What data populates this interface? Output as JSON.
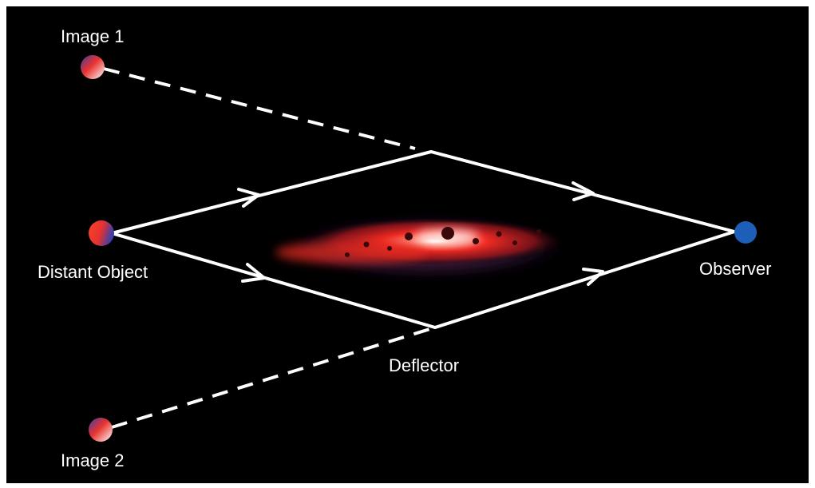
{
  "labels": {
    "image1": "Image 1",
    "distant_object": "Distant Object",
    "deflector": "Deflector",
    "observer": "Observer",
    "image2": "Image 2"
  },
  "colors": {
    "background": "#000000",
    "ray": "#ffffff",
    "observer": "#1d5fb8",
    "source_red": "#ee3326",
    "source_blue": "#3b3fa8",
    "galaxy_core": "#ff5a4a"
  },
  "icons": {
    "source": "gradient-dot",
    "observer": "blue-dot",
    "ray_arrow": "chevron-arrowhead"
  }
}
